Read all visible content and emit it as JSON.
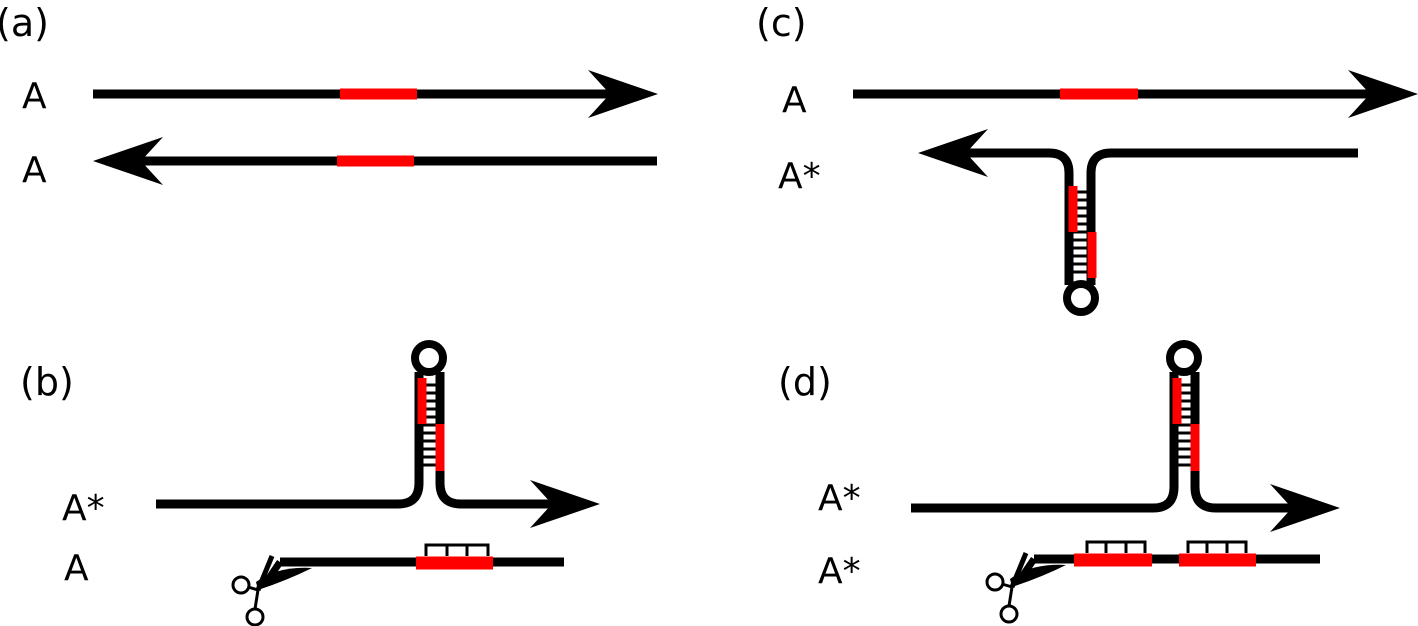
{
  "colors": {
    "strand": "#000000",
    "target_site": "#ff0000",
    "background": "#ffffff"
  },
  "panels": {
    "a": {
      "label": "(a)",
      "strand_top": "A",
      "strand_bottom": "A"
    },
    "b": {
      "label": "(b)",
      "strand_top": "A*",
      "strand_bottom": "A"
    },
    "c": {
      "label": "(c)",
      "strand_top": "A",
      "strand_bottom": "A*"
    },
    "d": {
      "label": "(d)",
      "strand_top": "A*",
      "strand_bottom": "A*"
    }
  },
  "icons": [
    "scissors-icon",
    "arrowhead-icon",
    "hairpin-loop-icon"
  ]
}
